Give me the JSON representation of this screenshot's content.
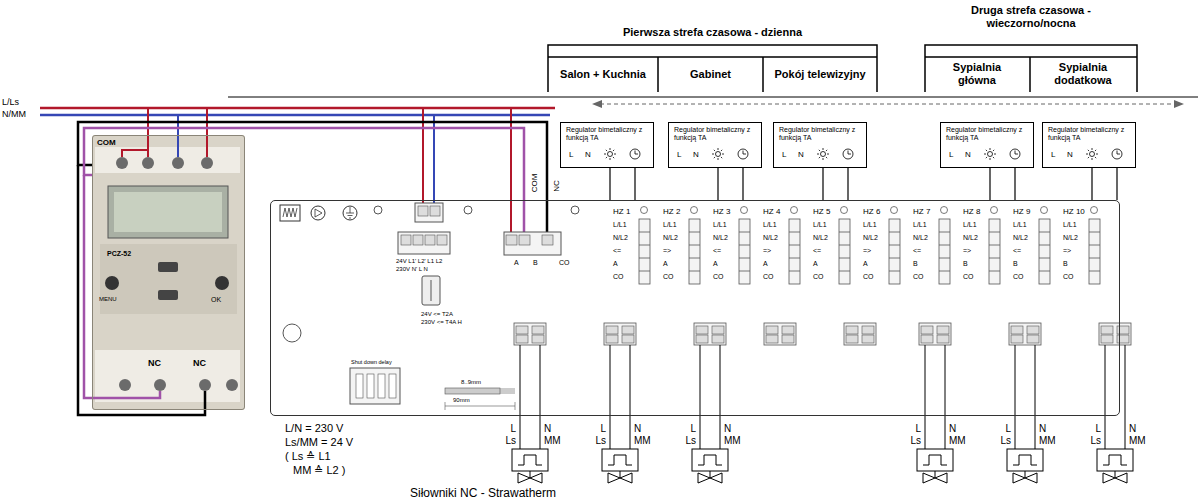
{
  "diagram": {
    "caption": "Siłowniki NC - Strawatherm",
    "nodes": [
      {
        "text": [
          "Regulator bimetaliczny z funkcją TA",
          "L",
          "N"
        ]
      },
      {
        "text": [
          "Regulator bimetaliczny z funkcją TA",
          "L",
          "N"
        ]
      },
      {
        "text": [
          "Regulator bimetaliczny z funkcją TA",
          "L",
          "N"
        ]
      },
      {
        "text": [
          "Regulator bimetaliczny z funkcją TA",
          "L",
          "N"
        ]
      },
      {
        "text": [
          "Regulator bimetaliczny z funkcją TA",
          "L",
          "N"
        ]
      },
      {
        "text": [
          "COM",
          "PCZ-52",
          "MENU",
          "OK",
          "NC",
          "NC"
        ]
      },
      {
        "text": [
          "24V L1' L2' L1 L2",
          "230V N' L N",
          "24V <= T2A",
          "230V <= T4A H",
          "A",
          "B",
          "CO",
          "Shut down delay",
          "8..9mm",
          "90mm",
          "HZ 1",
          "L/L1",
          "N/L2",
          "<=",
          "A",
          "CO",
          "HZ 2",
          "L/L1",
          "N/L2",
          "=>",
          "A",
          "CO",
          "HZ 3",
          "L/L1",
          "N/L2",
          "<=",
          "A",
          "CO",
          "HZ 4",
          "L/L1",
          "N/L2",
          "=>",
          "A",
          "CO",
          "HZ 5",
          "L/L1",
          "N/L2",
          "<=",
          "A",
          "CO",
          "HZ 6",
          "L/L1",
          "N/L2",
          "=>",
          "A",
          "CO",
          "HZ 7",
          "L/L1",
          "N/L2",
          "<=",
          "B",
          "CO",
          "HZ 8",
          "L/L1",
          "N/L2",
          "=>",
          "B",
          "CO",
          "HZ 9",
          "L/L1",
          "N/L2",
          "<=",
          "B",
          "CO",
          "HZ 10",
          "L/L1",
          "N/L2",
          "=>",
          "B",
          "CO"
        ]
      }
    ],
    "edges": [
      {
        "from": 5,
        "to": 6,
        "arrow": "none"
      },
      {
        "from": 5,
        "to": 6,
        "arrow": "none"
      },
      {
        "from": 0,
        "to": 6,
        "arrow": "none"
      },
      {
        "from": 0,
        "to": 6,
        "arrow": "none"
      },
      {
        "from": 1,
        "to": 6,
        "arrow": "none"
      },
      {
        "from": 1,
        "to": 6,
        "arrow": "none"
      },
      {
        "from": 2,
        "to": 6,
        "arrow": "none"
      },
      {
        "from": 2,
        "to": 6,
        "arrow": "none"
      },
      {
        "from": 3,
        "to": 6,
        "arrow": "none"
      },
      {
        "from": 3,
        "to": 6,
        "arrow": "none"
      },
      {
        "from": 4,
        "to": 6,
        "arrow": "none"
      },
      {
        "from": 4,
        "to": 6,
        "arrow": "none"
      }
    ],
    "labels": [
      "L/Ls",
      "N/MM",
      "Pierwsza strefa czasowa - dzienna",
      "Druga strefa czasowa - wieczorno/nocna",
      "Salon + Kuchnia",
      "Gabinet",
      "Pokój telewizyjny",
      "Sypialnia główna",
      "Sypialnia dodatkowa",
      "COM",
      "NC",
      "L/N = 230 V",
      "Ls/MM = 24 V",
      "( Ls ≙ L1",
      "MM ≙ L2 )",
      "L",
      "Ls",
      "N",
      "MM",
      "L",
      "Ls",
      "N",
      "MM",
      "L",
      "Ls",
      "N",
      "MM",
      "L",
      "Ls",
      "N",
      "MM",
      "L",
      "Ls",
      "N",
      "MM",
      "L",
      "Ls",
      "N",
      "MM"
    ]
  }
}
